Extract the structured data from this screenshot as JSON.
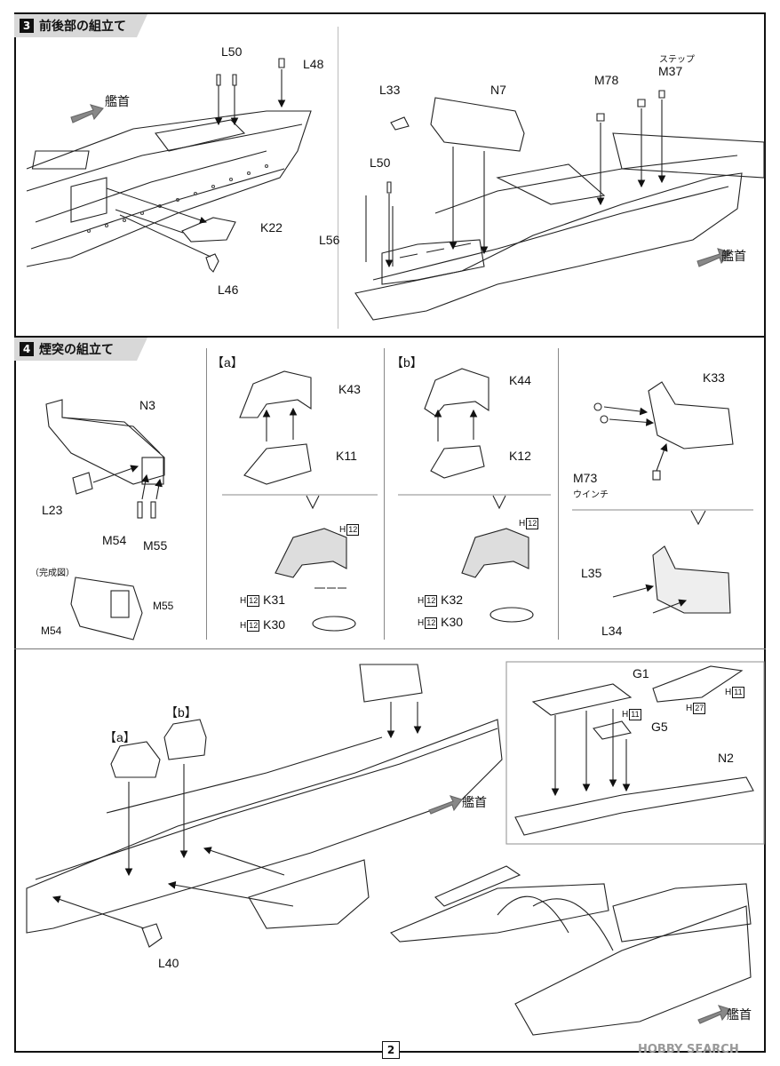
{
  "page_number": "2",
  "watermark": "HOBBY SEARCH",
  "steps": [
    {
      "number": "3",
      "title": "前後部の組立て"
    },
    {
      "number": "4",
      "title": "煙突の組立て"
    }
  ],
  "direction_label": "艦首",
  "step3": {
    "left": {
      "L50": "L50",
      "L48": "L48",
      "K22": "K22",
      "L46": "L46"
    },
    "right": {
      "L33": "L33",
      "N7": "N7",
      "M78": "M78",
      "M37": "M37",
      "M37_note": "ステップ",
      "L50": "L50",
      "L56": "L56"
    }
  },
  "step4": {
    "n3": {
      "N3": "N3",
      "L23": "L23",
      "M54": "M54",
      "M55": "M55",
      "completed_note": "（完成図）",
      "M55b": "M55",
      "M54b": "M54"
    },
    "a": {
      "tag": "【a】",
      "K43": "K43",
      "K11": "K11",
      "H12": "12",
      "K31": "K31",
      "K30": "K30",
      "H": "H"
    },
    "b": {
      "tag": "【b】",
      "K44": "K44",
      "K12": "K12",
      "H12": "12",
      "K32": "K32",
      "K30": "K30",
      "H": "H"
    },
    "k33": {
      "K33": "K33",
      "M73": "M73",
      "M73_note": "ウインチ",
      "L35": "L35",
      "L34": "L34"
    },
    "bottom": {
      "tag_a": "【a】",
      "tag_b": "【b】",
      "L40": "L40",
      "G1": "G1",
      "H11": "11",
      "H27": "27",
      "G5": "G5",
      "N2": "N2",
      "H": "H"
    }
  }
}
